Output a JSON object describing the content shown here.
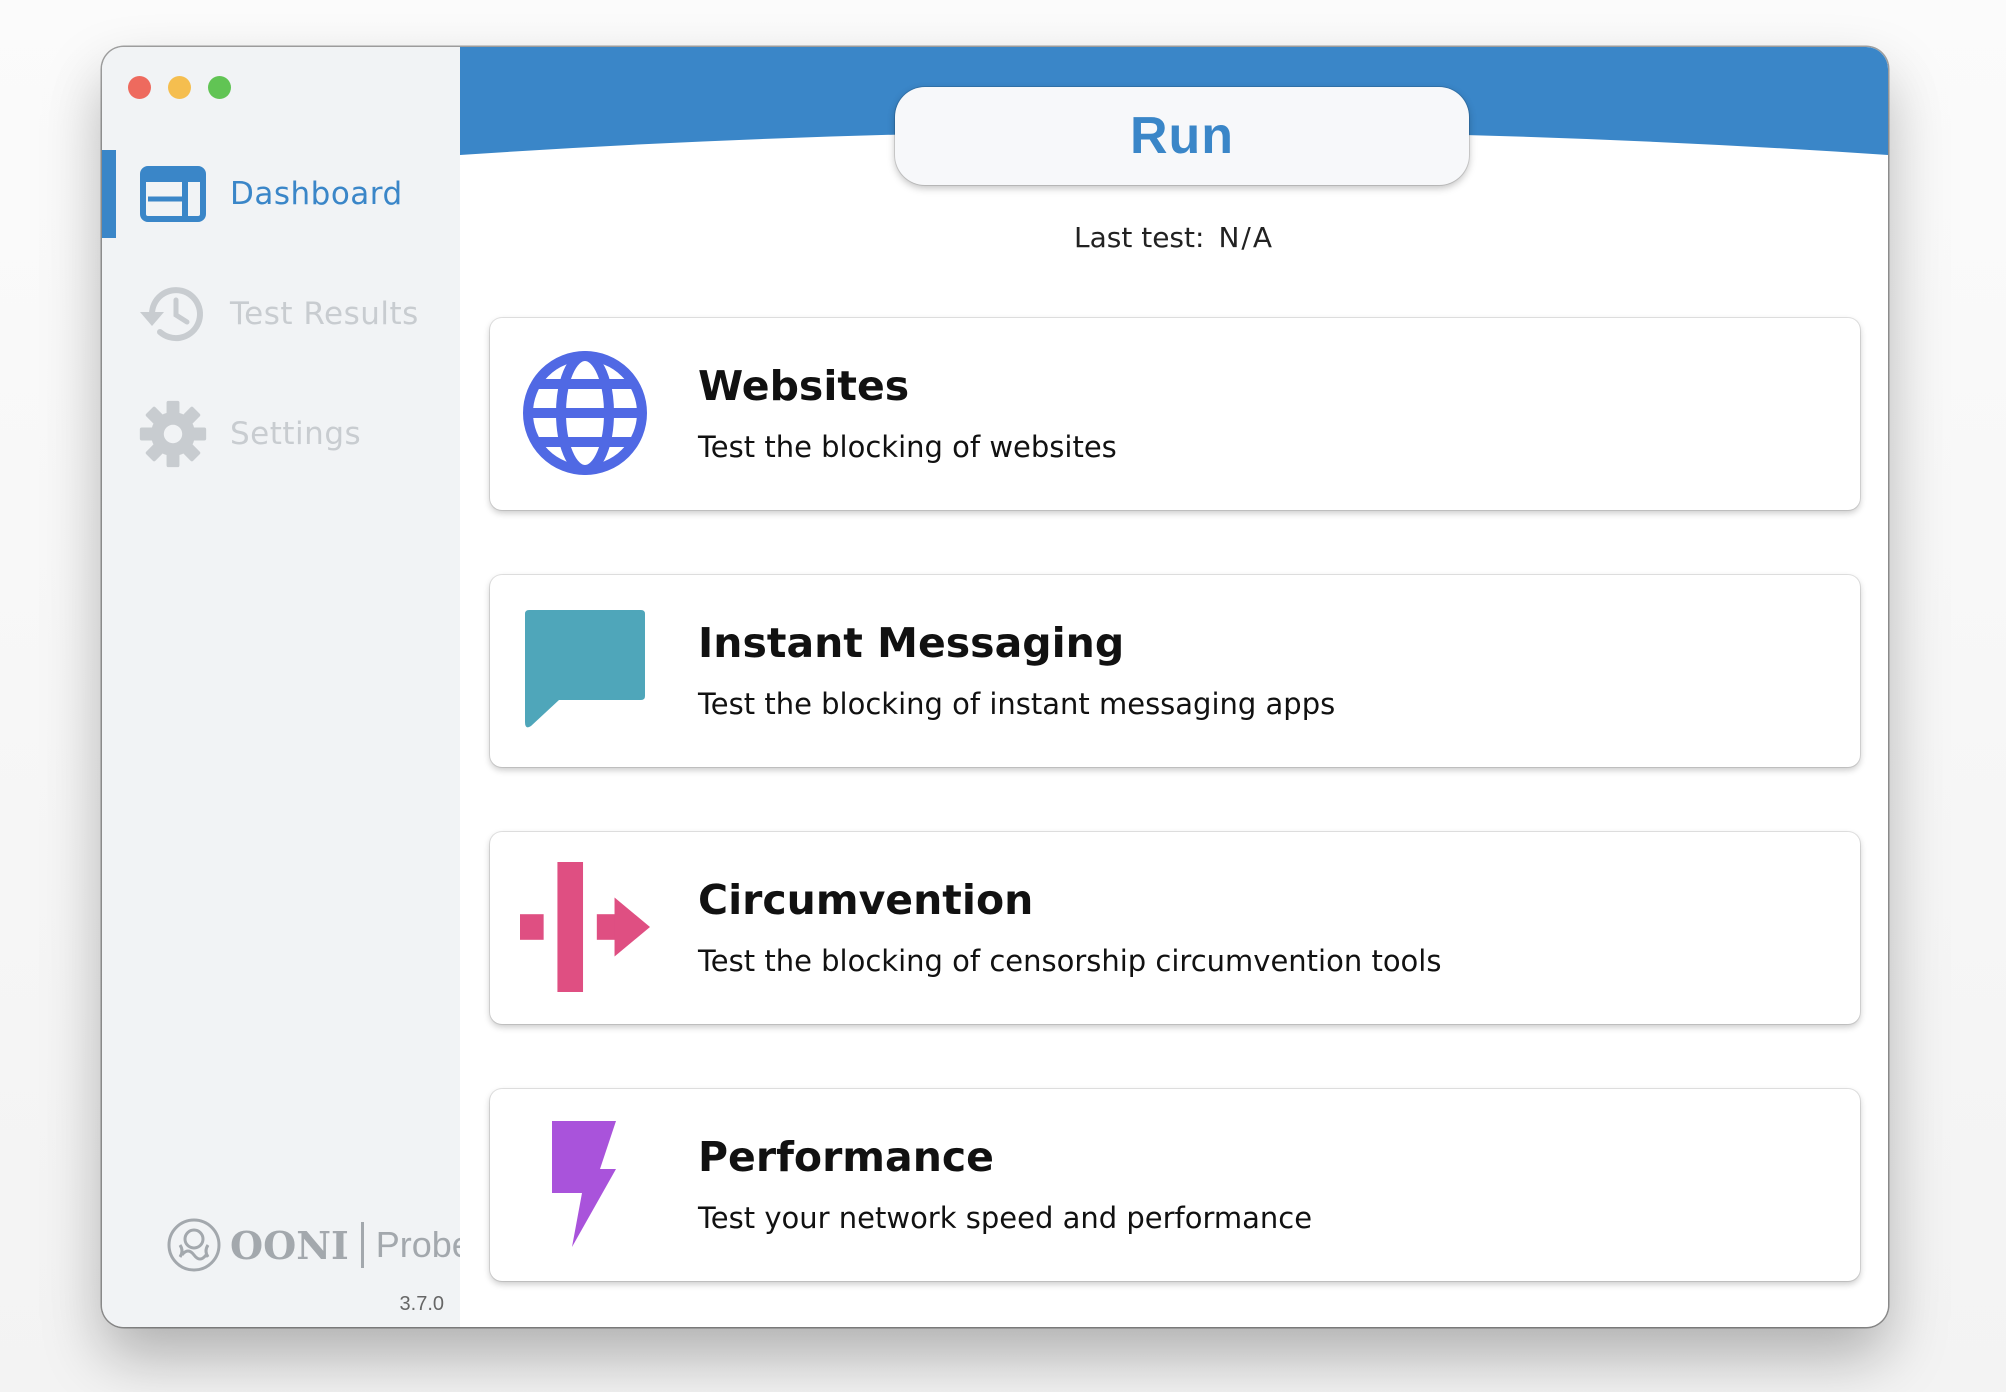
{
  "window": {
    "traffic_lights": [
      "close",
      "minimize",
      "zoom"
    ]
  },
  "sidebar": {
    "items": [
      {
        "label": "Dashboard",
        "icon": "dashboard-icon",
        "active": true
      },
      {
        "label": "Test Results",
        "icon": "history-icon",
        "active": false
      },
      {
        "label": "Settings",
        "icon": "gear-icon",
        "active": false
      }
    ],
    "brand": {
      "ooni": "OONI",
      "probe": "Probe",
      "version": "3.7.0"
    }
  },
  "main": {
    "run_label": "Run",
    "last_test_label": "Last test:",
    "last_test_value": "N/A",
    "cards": [
      {
        "title": "Websites",
        "description": "Test the blocking of websites",
        "icon": "globe-icon",
        "color": "#5069e4"
      },
      {
        "title": "Instant Messaging",
        "description": "Test the blocking of instant messaging apps",
        "icon": "chat-bubble-icon",
        "color": "#4fa6ba"
      },
      {
        "title": "Circumvention",
        "description": "Test the blocking of censorship circumvention tools",
        "icon": "circumvention-icon",
        "color": "#df4f82"
      },
      {
        "title": "Performance",
        "description": "Test your network speed and performance",
        "icon": "lightning-icon",
        "color": "#a953db"
      }
    ]
  },
  "colors": {
    "accent": "#3a86c8",
    "sidebar_bg": "#f1f3f5",
    "inactive": "#c8ccd0"
  }
}
